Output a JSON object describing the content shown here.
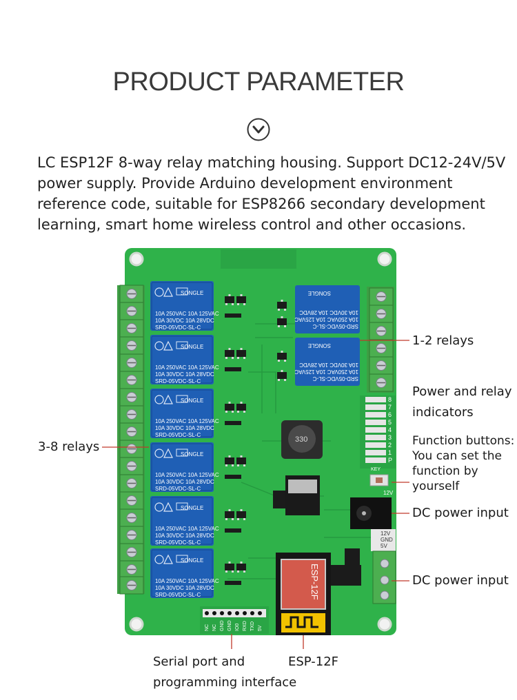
{
  "header": {
    "title": "PRODUCT PARAMETER",
    "chevron_icon": "chevron-down-circle-icon"
  },
  "description": {
    "lines": [
      "LC ESP12F 8-way relay matching housing. Support DC12-24V/5V",
      "power supply. Provide Arduino development environment",
      "reference code, suitable for ESP8266 secondary development",
      "learning, smart home wireless control and other occasions."
    ]
  },
  "annotations": {
    "relays_1_2": "1-2 relays",
    "power_relay_indicators": [
      "Power and relay",
      "indicators"
    ],
    "function_buttons": [
      "Function buttons:",
      "You can set the",
      "function by",
      "yourself"
    ],
    "dc_power_input_1": "DC power input",
    "dc_power_input_2": "DC power input",
    "relays_3_8": "3-8 relays",
    "serial_port": [
      "Serial port and",
      "programming interface"
    ],
    "esp12f": "ESP-12F"
  },
  "board": {
    "relay_brand": "SONGLE",
    "relay_model": "SRD-05VDC-SL-C",
    "relay_rating_1": "10A 250VAC 10A 125VAC",
    "relay_rating_2": "10A 30VDC 10A 28VDC",
    "inductor_label": "330",
    "module_label": "ESP-12F",
    "pin_labels": [
      "NC",
      "NC",
      "GND",
      "GND",
      "IO0",
      "RXD",
      "TXD",
      "5V"
    ],
    "led_numbers": [
      "8",
      "7",
      "6",
      "5",
      "4",
      "3",
      "2",
      "1",
      "P"
    ],
    "key_label": "KEY",
    "power_jack_label": "12V",
    "terminal_labels": [
      "12V",
      "GND",
      "5V"
    ],
    "colors": {
      "pcb": "#2fb24a",
      "relay_blue": "#1f5fb5",
      "terminal_green": "#4caf50",
      "annotation_line": "#c0392b"
    }
  }
}
